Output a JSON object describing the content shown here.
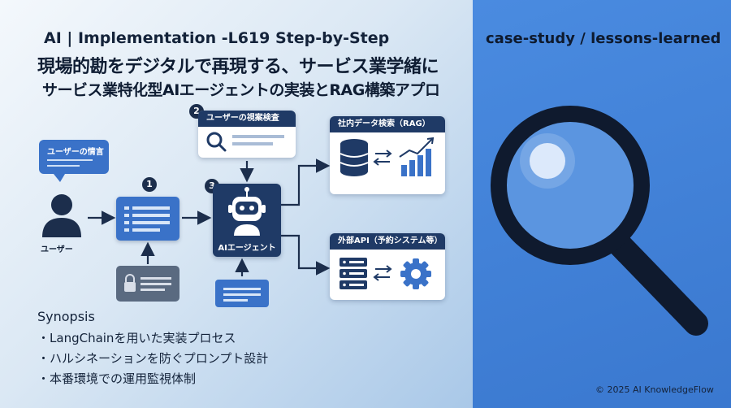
{
  "header": {
    "title": "AI | Implementation -L619 Step-by-Step",
    "headline_line1": "現場的勘をデジタルで再現する、サービス業学緒に",
    "headline_line2": "サービス業特化型AIエージェントの実装とRAG構築アプロ"
  },
  "tag": "case-study / lessons-learned",
  "copyright": "© 2025 AI KnowledgeFlow",
  "diagram": {
    "user_bubble": "ユーザーの情言",
    "user_label": "ユーザー",
    "step1": "1",
    "step2": "2",
    "step3": "3",
    "search_card_title": "ユーザーの視案検査",
    "agent_label": "AIエージェント",
    "rag_card_title": "社内データ検索（RAG）",
    "api_card_title": "外部API（予約システム等）",
    "icons": [
      "user-icon",
      "search-icon",
      "robot-icon",
      "database-icon",
      "chart-icon",
      "server-icon",
      "gear-icon",
      "lock-icon",
      "magnifier-icon"
    ]
  },
  "synopsis": {
    "title": "Synopsis",
    "items": [
      "LangChainを用いた実装プロセス",
      "ハルシネーションを防ぐプロンプト設計",
      "本番環境での運用監視体制"
    ]
  },
  "colors": {
    "navy": "#1f3a66",
    "accent_blue": "#3a72c8",
    "right_panel": "#4a8be0"
  }
}
